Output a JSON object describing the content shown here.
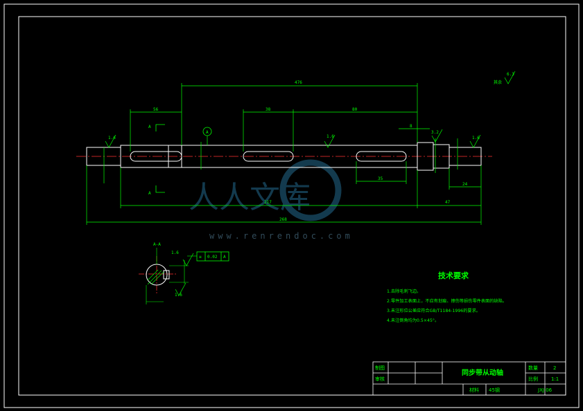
{
  "drawing": {
    "roughness_global_symbol": "其余",
    "roughness_global_value": "6.3",
    "dimensions": {
      "d476": "476",
      "d56": "56",
      "d38": "38",
      "d80": "80",
      "d8": "8",
      "d35": "35",
      "d217": "217",
      "d47": "47",
      "d24": "24",
      "d268": "268"
    },
    "roughness": {
      "r1": "1.6",
      "r2": "1.6",
      "r3": "3.2",
      "r4": "1.6",
      "r5": "1.6",
      "r6": "1.6"
    },
    "datum_letter": "A",
    "section_label_top": "A",
    "section_label_bottom": "A",
    "section_view_label": "A-A",
    "tolerance_frame": {
      "symbol": "≡",
      "value": "0.02",
      "datum": "A"
    }
  },
  "notes": {
    "title": "技术要求",
    "items": [
      "1.去除毛刺飞边。",
      "2.零件加工表面上，不应有划痕、擦伤等损伤零件表面的缺陷。",
      "3.未注形位公差应符合GB/T1184-1996的要求。",
      "4.未注倒角均为0.5×45°。"
    ]
  },
  "title_block": {
    "drawn_label": "制图",
    "checked_label": "审核",
    "part_name": "同步带从动轴",
    "qty_label": "数量",
    "qty_value": "2",
    "scale_label": "比例",
    "scale_value": "1:1",
    "material_label": "材料",
    "material_value": "45钢",
    "drawing_no": "JXJ-06"
  },
  "watermark": {
    "text": "人人文库",
    "url": "www.renrendoc.com"
  }
}
